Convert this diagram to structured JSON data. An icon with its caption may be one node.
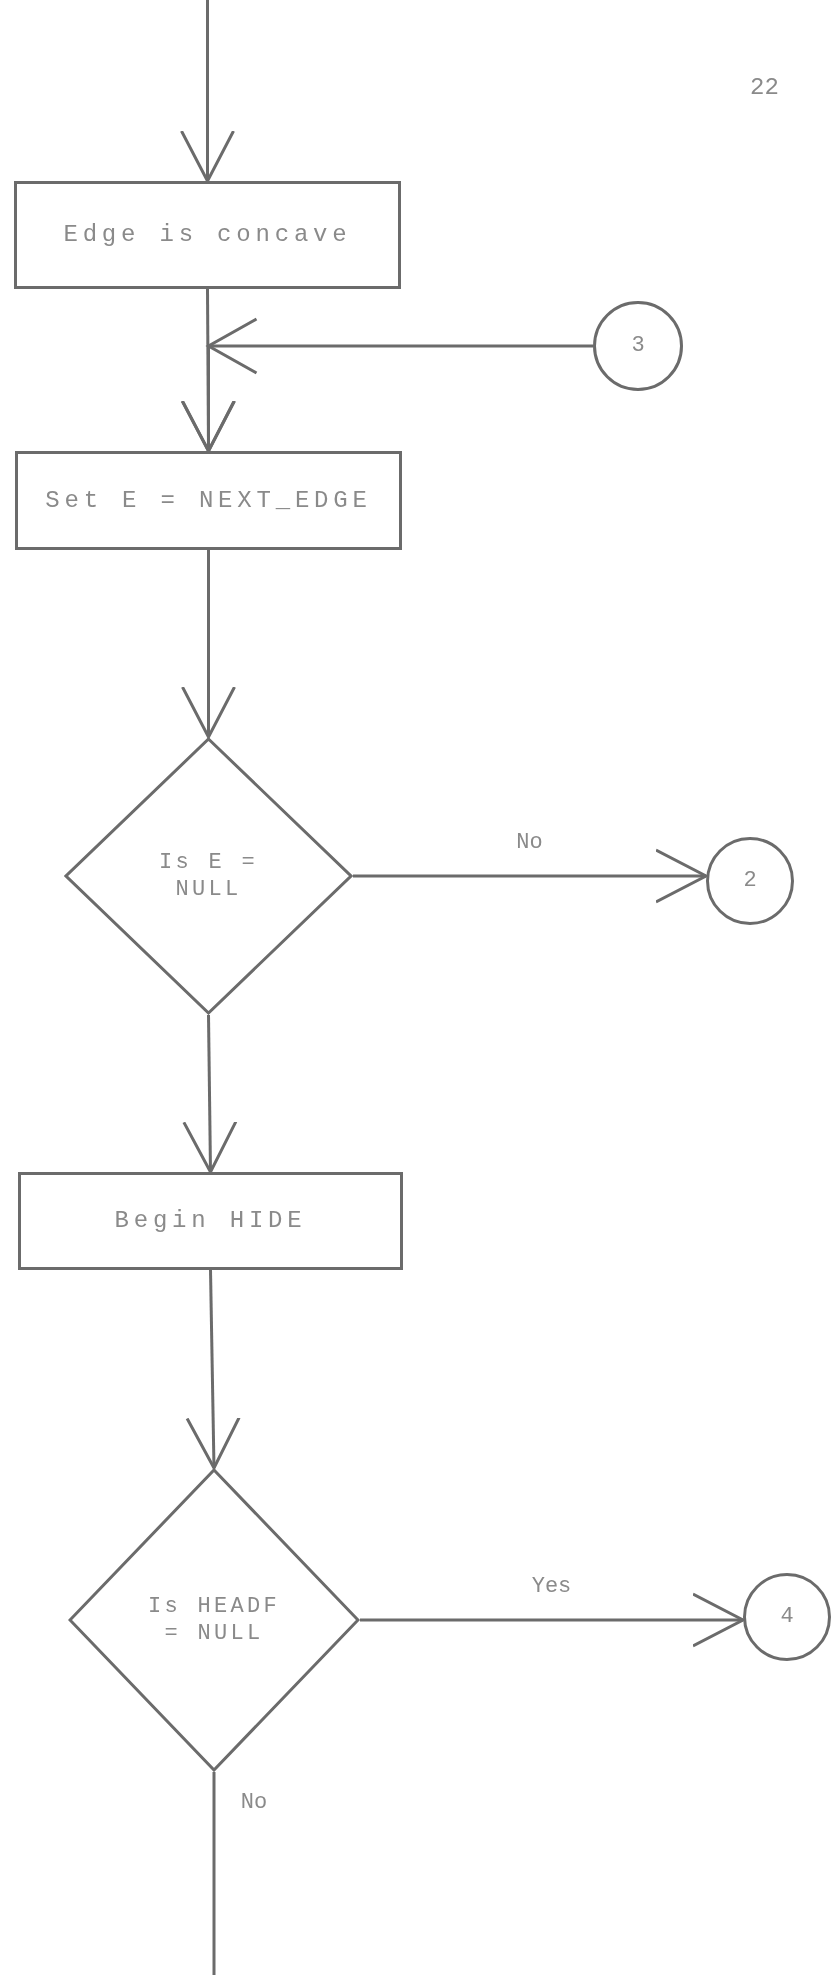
{
  "diagram": {
    "nodes": [
      {
        "text": [
          "Edge is concave"
        ]
      },
      {
        "text": [
          "Set E = NEXT_EDGE"
        ]
      },
      {
        "text": [
          "3"
        ]
      },
      {
        "text": [
          "Is E = NULL"
        ]
      },
      {
        "text": [
          "2"
        ]
      },
      {
        "text": [
          "Begin HIDE"
        ]
      },
      {
        "text": [
          "Is HEADF = NULL"
        ]
      },
      {
        "text": [
          "4"
        ]
      }
    ],
    "edges": [
      {
        "from": null,
        "to": 0,
        "arrow": "to"
      },
      {
        "from": 0,
        "to": 1,
        "arrow": "to"
      },
      {
        "from": 2,
        "to": 1,
        "arrow": "to"
      },
      {
        "from": 1,
        "to": 3,
        "arrow": "to"
      },
      {
        "from": 3,
        "to": 4,
        "arrow": "to",
        "label": "No"
      },
      {
        "from": 3,
        "to": 5,
        "arrow": "to"
      },
      {
        "from": 5,
        "to": 6,
        "arrow": "to"
      },
      {
        "from": 6,
        "to": 7,
        "arrow": "to",
        "label": "Yes"
      },
      {
        "from": 6,
        "to": null,
        "arrow": "none",
        "label": "No"
      }
    ],
    "labels": [
      "22"
    ]
  }
}
